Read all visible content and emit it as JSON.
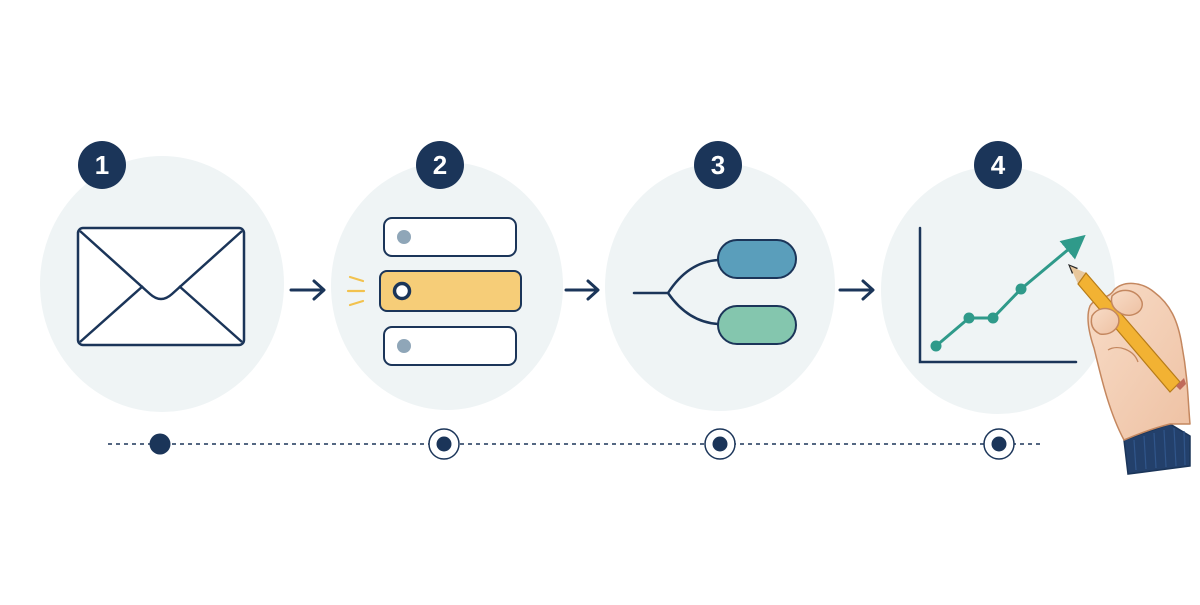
{
  "steps": [
    {
      "number": "1",
      "icon": "envelope-icon"
    },
    {
      "number": "2",
      "icon": "option-list-icon"
    },
    {
      "number": "3",
      "icon": "branch-icon"
    },
    {
      "number": "4",
      "icon": "trend-chart-icon"
    }
  ],
  "timeline": {
    "active_step": 1,
    "total_steps": 4
  },
  "decorations": {
    "hand": "hand-drawing-with-pencil-icon"
  },
  "colors": {
    "navy": "#1b3559",
    "circle_bg": "#eff4f5",
    "highlight": "#f6cd78",
    "spark": "#f2c24e",
    "teal_node": "#5a9ebb",
    "green_node": "#84c6ae",
    "trend_line": "#2f9a8a",
    "gray_dot": "#8fa6b8"
  }
}
